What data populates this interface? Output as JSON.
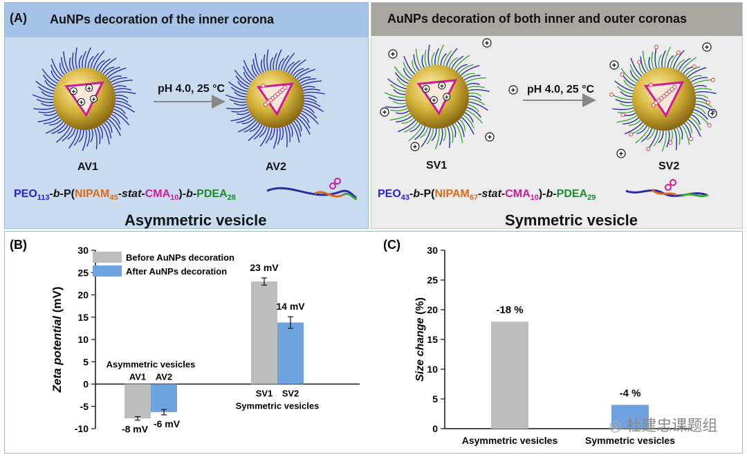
{
  "panelA": {
    "letter": "(A)",
    "left": {
      "title": "AuNPs decoration of the inner corona",
      "condition": "pH 4.0, 25 °C",
      "label1": "AV1",
      "label2": "AV2",
      "vesicle": "Asymmetric vesicle",
      "formula": {
        "p1": "PEO",
        "s1": "113",
        "p2": "-",
        "p3": "b",
        "p4": "-P(",
        "p5": "NIPAM",
        "s2": "45",
        "p6": "-",
        "p7": "stat",
        "p8": "-",
        "p9": "CMA",
        "s3": "10",
        "p10": ")-",
        "p11": "b",
        "p12": "-",
        "p13": "PDEA",
        "s4": "28"
      }
    },
    "right": {
      "title": "AuNPs decoration of both inner and outer coronas",
      "condition": "pH 4.0, 25 °C",
      "label1": "SV1",
      "label2": "SV2",
      "vesicle": "Symmetric vesicle",
      "formula": {
        "p1": "PEO",
        "s1": "43",
        "p2": "-",
        "p3": "b",
        "p4": "-P(",
        "p5": "NIPAM",
        "s2": "67",
        "p6": "-",
        "p7": "stat",
        "p8": "-",
        "p9": "CMA",
        "s3": "10",
        "p10": ")-",
        "p11": "b",
        "p12": "-",
        "p13": "PDEA",
        "s4": "29"
      }
    },
    "colors": {
      "gold": "#d4b23a",
      "corona_blue": "#2a2aa8",
      "corona_green": "#3aa83a",
      "membrane": "#d0189a"
    }
  },
  "watermark": "杜建忠课题组",
  "chart_data": [
    {
      "panel": "(B)",
      "type": "bar",
      "ylabel_italic": "Zeta potential",
      "ylabel_unit": " (mV)",
      "ylim": [
        -10,
        30
      ],
      "yticks": [
        -10,
        -5,
        0,
        5,
        10,
        15,
        20,
        25,
        30
      ],
      "legend": [
        {
          "name": "Before AuNPs decoration",
          "color": "#bdbdbd"
        },
        {
          "name": "After AuNPs decoration",
          "color": "#6fa3e0"
        }
      ],
      "groups": [
        {
          "name": "Asymmetric vesicles",
          "bars": [
            {
              "label": "AV1",
              "value": -7.7,
              "err": 0.4,
              "annotation": "-8 mV",
              "series": 0
            },
            {
              "label": "AV2",
              "value": -6.3,
              "err": 0.6,
              "annotation": "-6 mV",
              "series": 1
            }
          ]
        },
        {
          "name": "Symmetric vesicles",
          "bars": [
            {
              "label": "SV1",
              "value": 23,
              "err": 0.8,
              "annotation": "23 mV",
              "series": 0
            },
            {
              "label": "SV2",
              "value": 13.8,
              "err": 1.3,
              "annotation": "14 mV",
              "series": 1
            }
          ]
        }
      ]
    },
    {
      "panel": "(C)",
      "type": "bar",
      "ylabel_italic": "Size change",
      "ylabel_unit": " (%)",
      "ylim": [
        0,
        30
      ],
      "yticks": [
        0,
        5,
        10,
        15,
        20,
        25,
        30
      ],
      "categories": [
        "Asymmetric vesicles",
        "Symmetric vesicles"
      ],
      "values": [
        18,
        4
      ],
      "colors": [
        "#bdbdbd",
        "#6fa3e0"
      ],
      "annotations": [
        "-18 %",
        "-4 %"
      ]
    }
  ]
}
